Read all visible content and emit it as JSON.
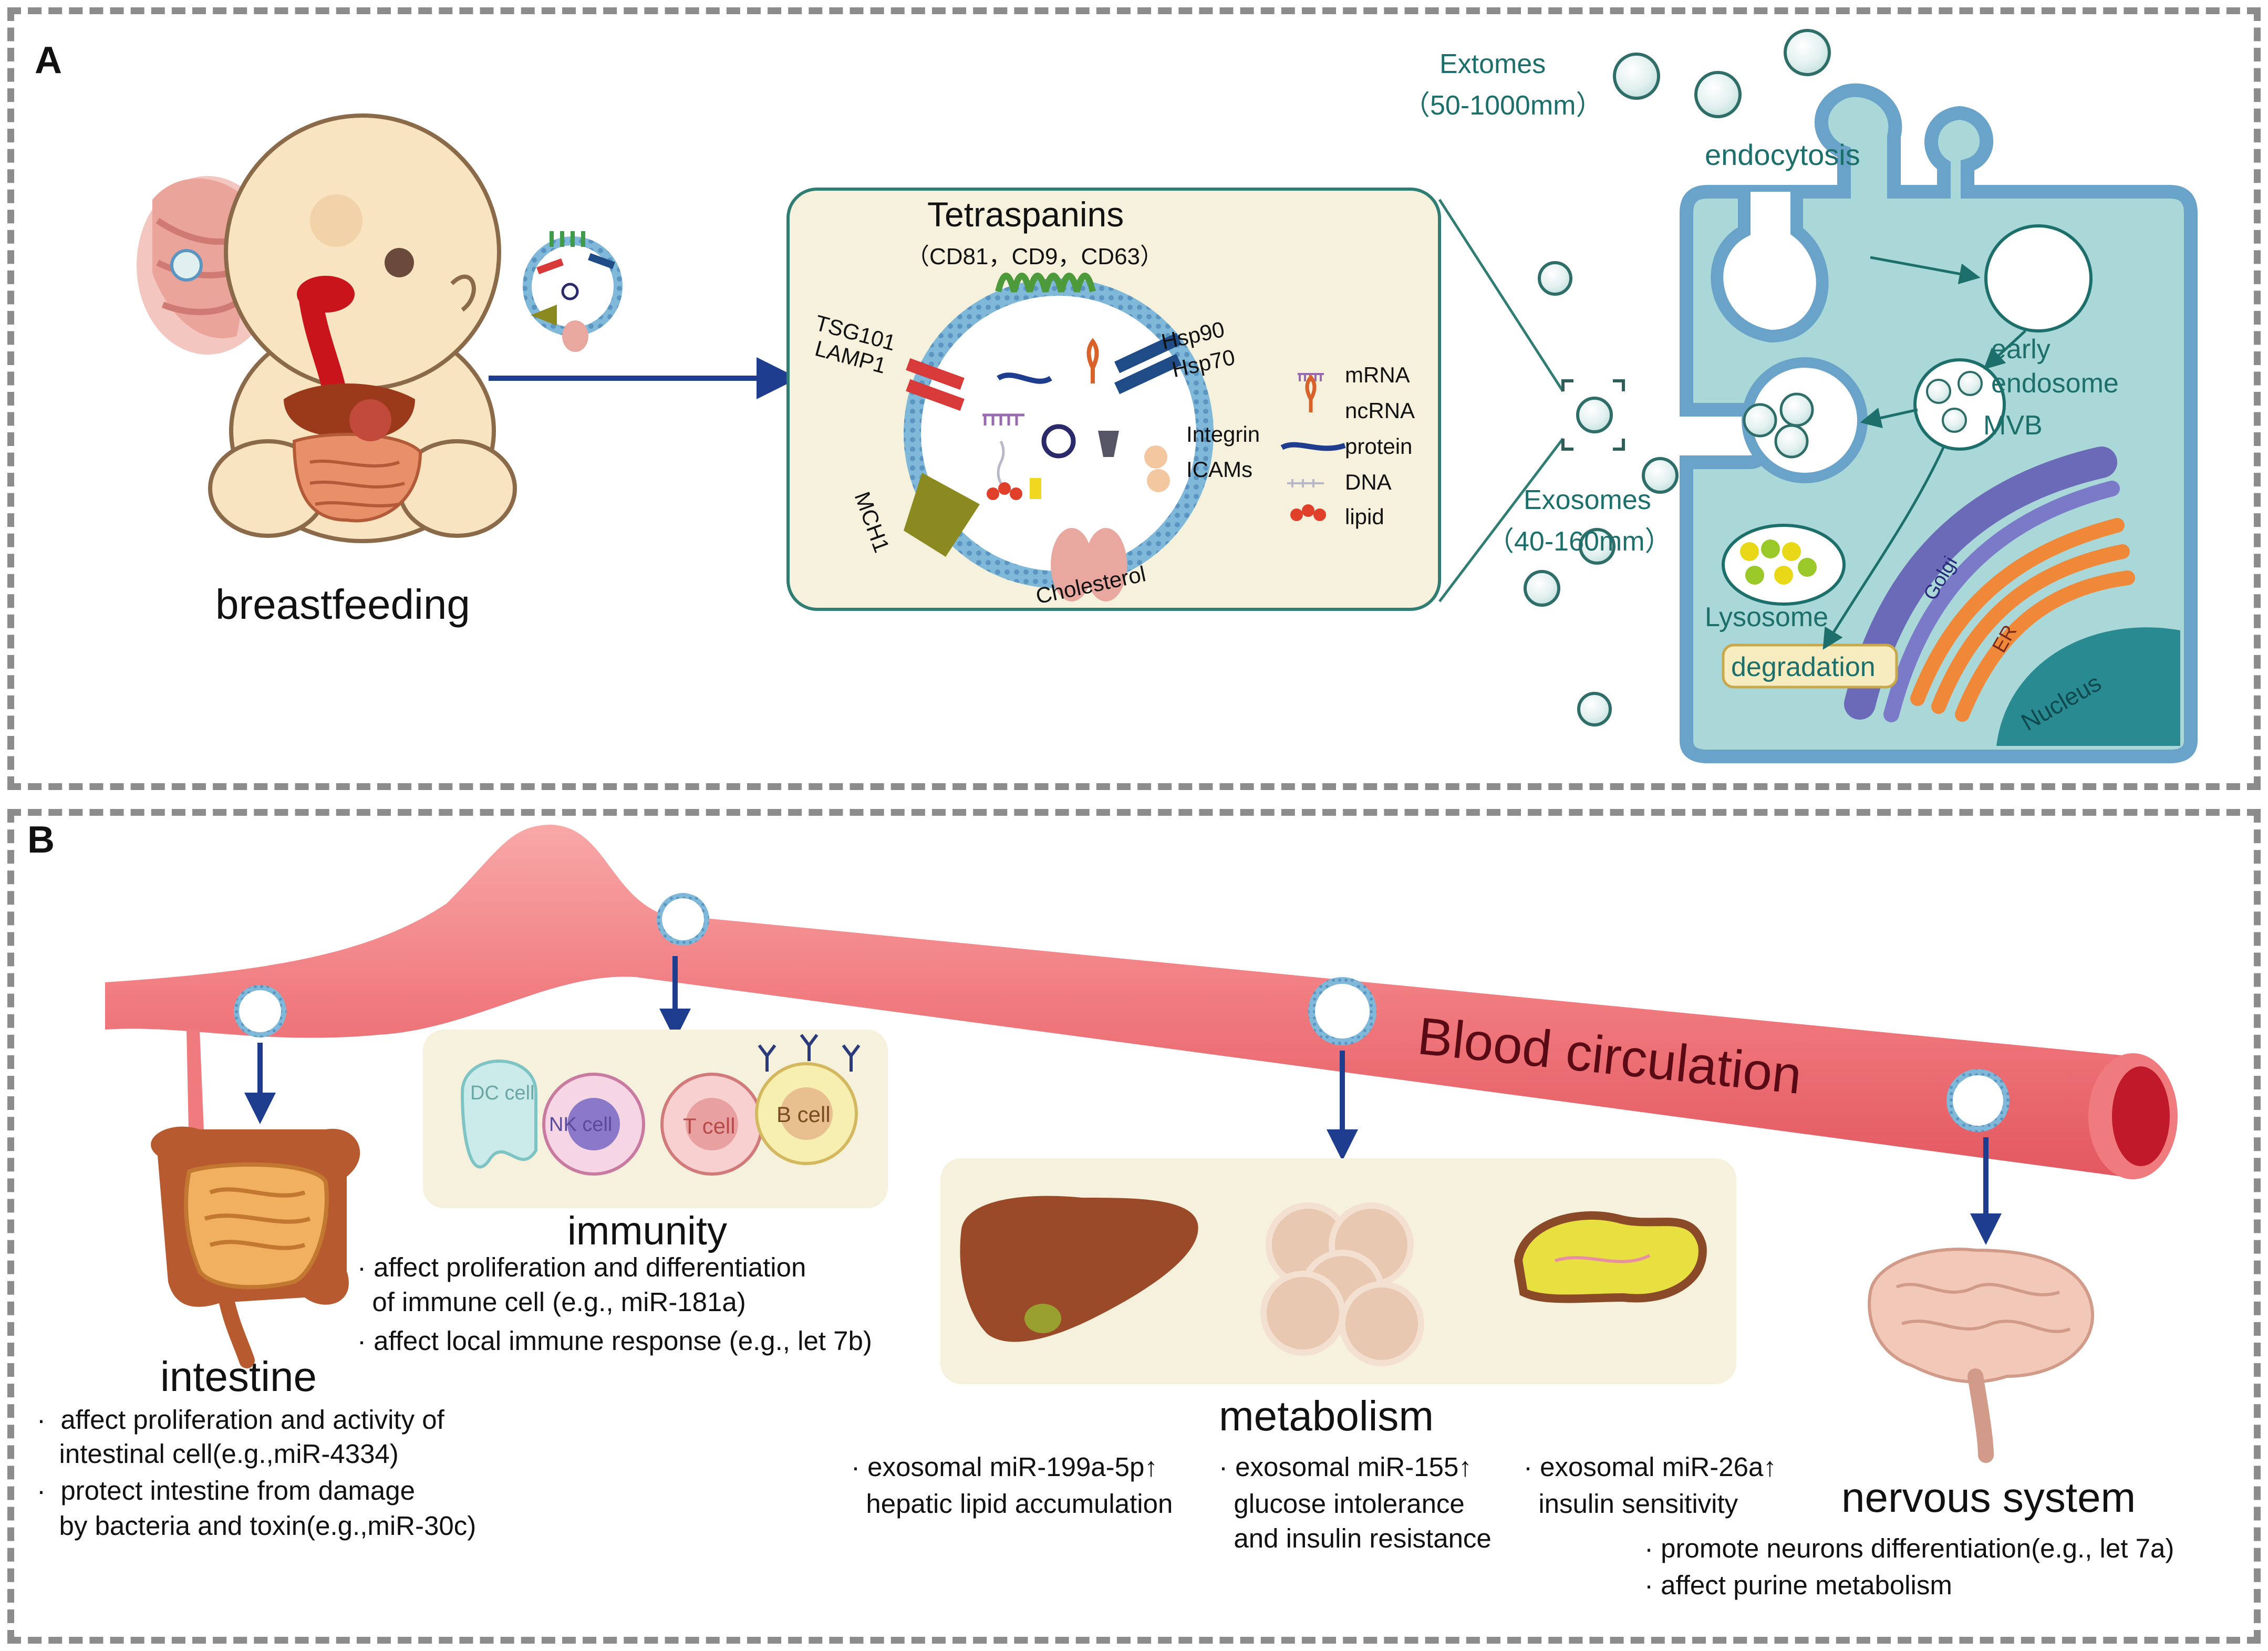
{
  "panelA": {
    "label": "A",
    "breastfeeding": "breastfeeding",
    "tetraspanins_title": "Tetraspanins",
    "tetraspanins_sub": "（CD81，CD9，CD63）",
    "tsg101": "TSG101",
    "lamp1": "LAMP1",
    "hsp90": "Hsp90",
    "hsp70": "Hsp70",
    "integrin": "Integrin",
    "icams": "ICAMs",
    "mch1": "MCH1",
    "cholesterol": "Cholesterol",
    "legend": {
      "mrna": "mRNA",
      "ncrna": "ncRNA",
      "protein": "protein",
      "dna": "DNA",
      "lipid": "lipid"
    },
    "extomes": "Extomes",
    "extomes_size": "（50-1000mm）",
    "exosomes": "Exosomes",
    "exosomes_size": "（40-160mm）",
    "endocytosis": "endocytosis",
    "early": "early",
    "endosome": "endosome",
    "mvb": "MVB",
    "lysosome": "Lysosome",
    "degradation": "degradation",
    "golgi": "Golgi",
    "er": "ER",
    "nucleus": "Nucleus"
  },
  "panelB": {
    "label": "B",
    "blood": "Blood circulation",
    "cells": {
      "dc": "DC cell",
      "nk": "NK cell",
      "t": "T cell",
      "b": "B cell"
    },
    "immunity": {
      "title": "immunity",
      "l1": "· affect proliferation and differentiation",
      "l2": "  of immune cell (e.g., miR-181a)",
      "l3": "· affect local immune response (e.g., let 7b)"
    },
    "intestine": {
      "title": "intestine",
      "l1": "·  affect proliferation and activity of",
      "l2": "   intestinal cell(e.g.,miR-4334)",
      "l3": "·  protect intestine from damage",
      "l4": "   by bacteria and toxin(e.g.,miR-30c)"
    },
    "metabolism": {
      "title": "metabolism",
      "c1l1": "· exosomal miR-199a-5p↑",
      "c1l2": "  hepatic lipid accumulation",
      "c2l1": "· exosomal miR-155↑",
      "c2l2": "  glucose intolerance",
      "c2l3": "  and insulin resistance",
      "c3l1": "· exosomal miR-26a↑",
      "c3l2": "  insulin sensitivity"
    },
    "nervous": {
      "title": "nervous system",
      "l1": "· promote neurons differentiation(e.g., let 7a)",
      "l2": "· affect purine metabolism"
    }
  },
  "colors": {
    "arrow": "#1f3d8f",
    "vessel": "#f07b7f",
    "cell_fill": "#aad7d8",
    "membrane": "#6aa3c9",
    "teal_text": "#1d6f6b",
    "panel_bg": "#f6f1dc"
  }
}
